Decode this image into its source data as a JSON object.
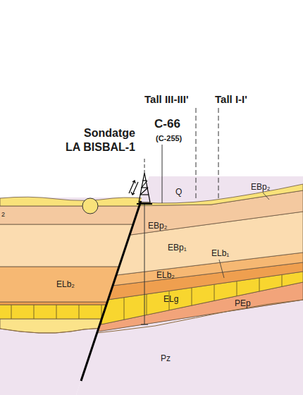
{
  "diagram": {
    "labels": [
      "Tall III-III'",
      "Tall I-I'",
      "Sondatge",
      "LA BISBAL-1",
      "C-66",
      "(C-255)",
      "Q",
      "EBp₂",
      "EBp₂",
      "EBp₁",
      "ELb₂",
      "ELb₁",
      "ELg",
      "PEp",
      "Pz",
      "ELb₂",
      "2"
    ]
  }
}
